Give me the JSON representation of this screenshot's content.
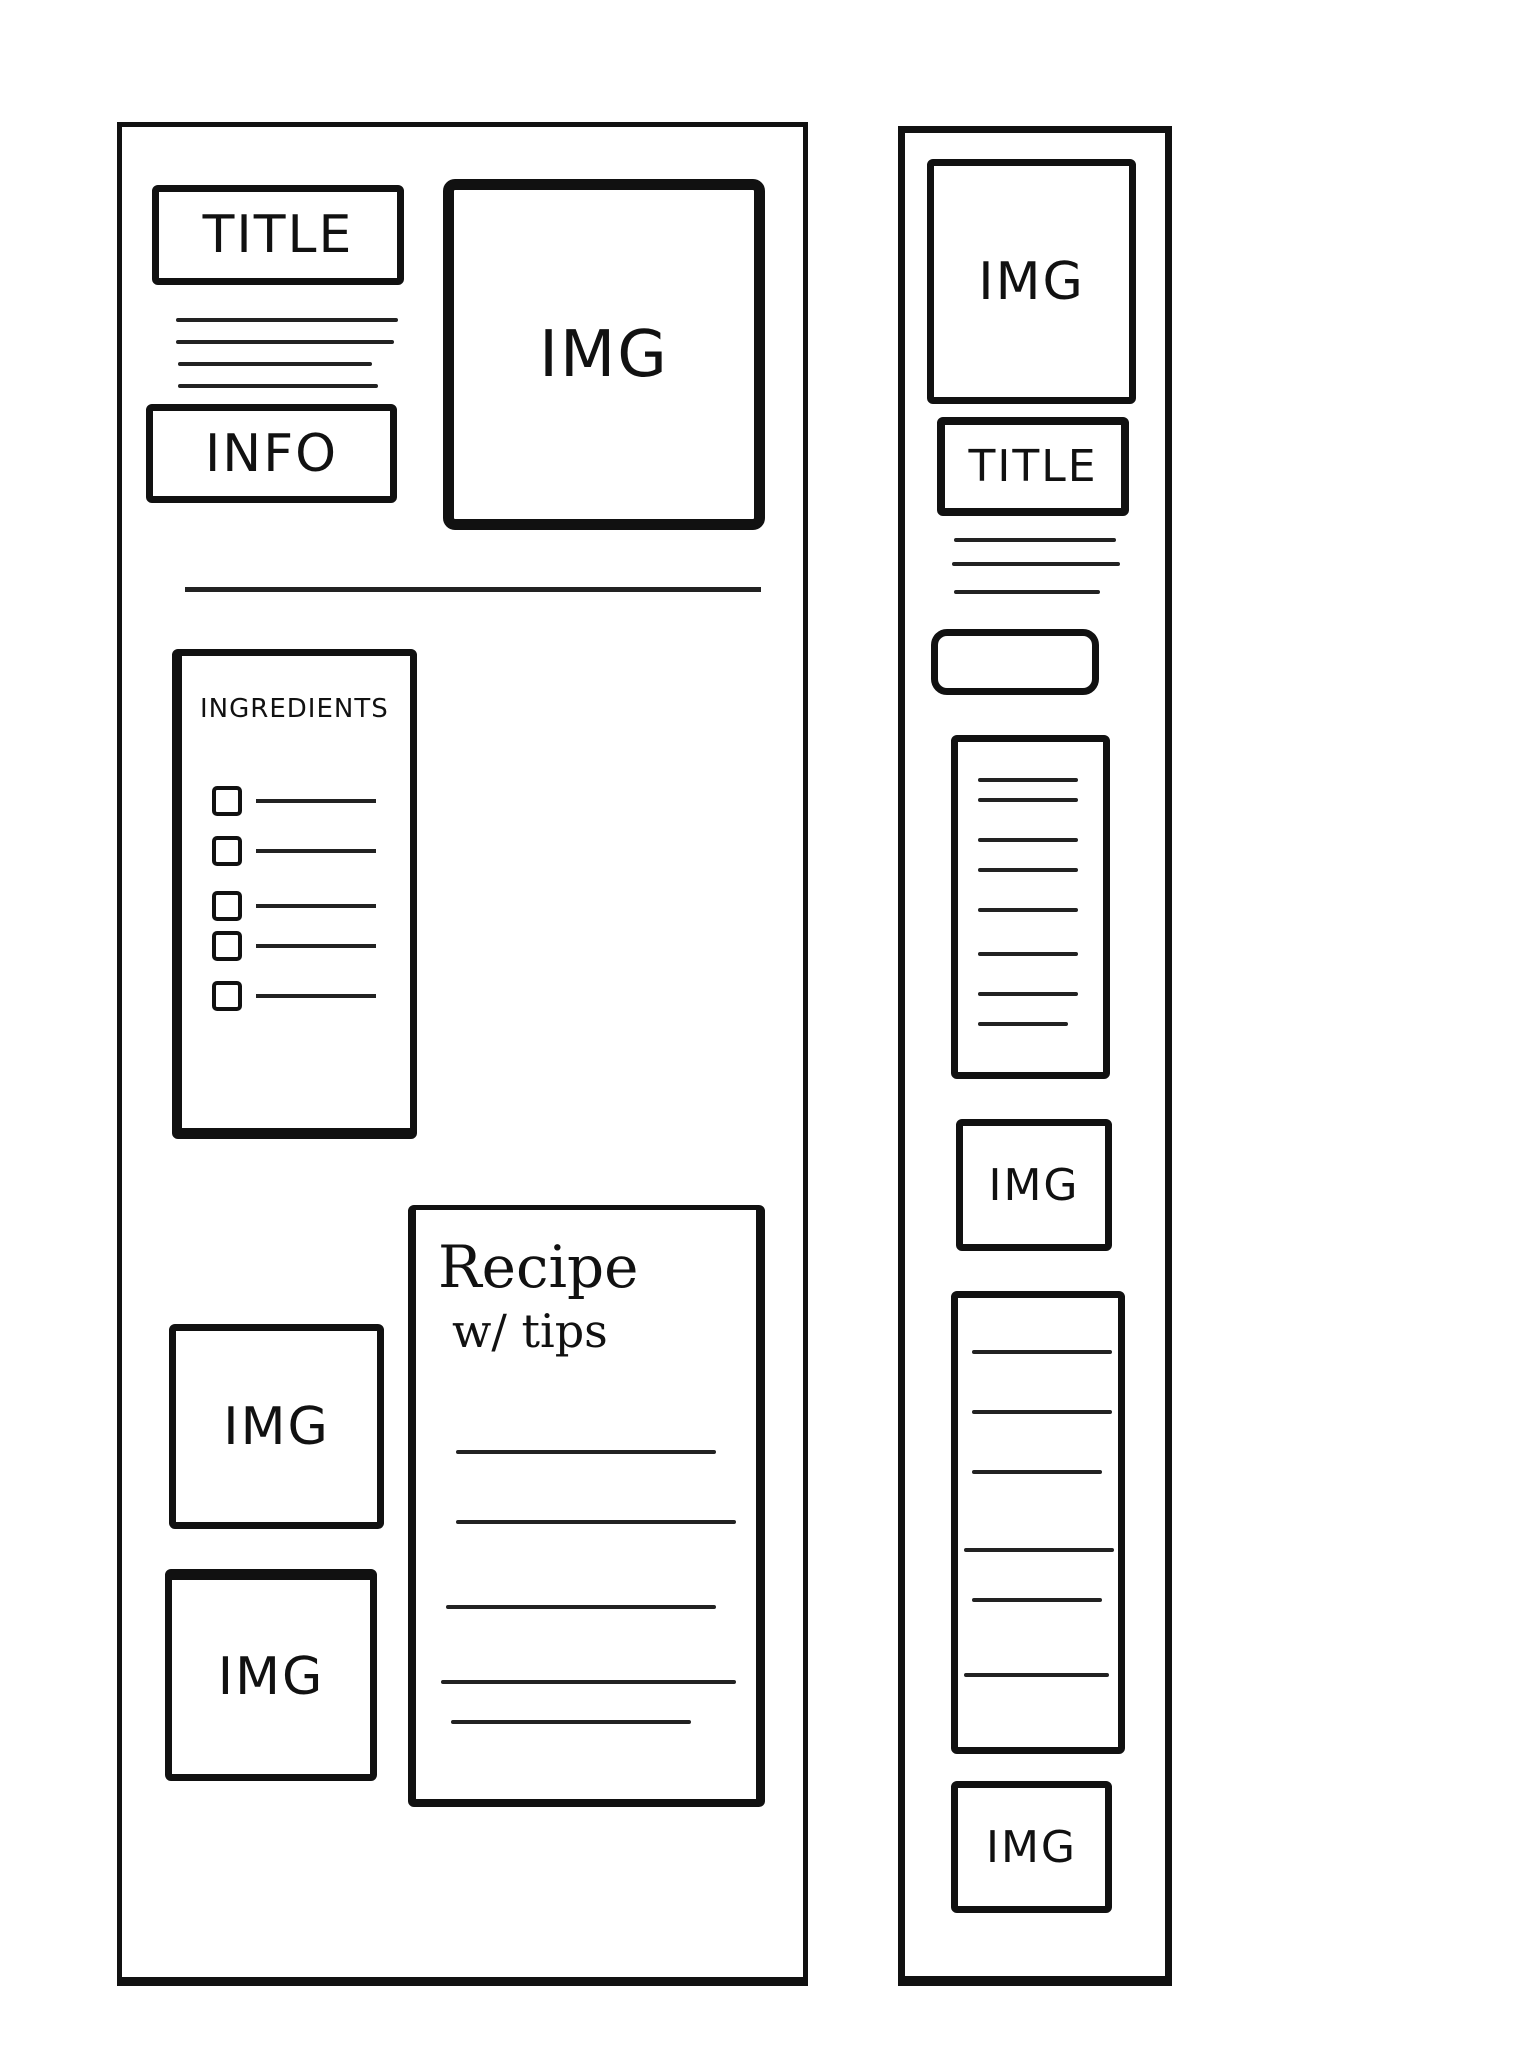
{
  "desktop": {
    "title": "TITLE",
    "info": "INFO",
    "hero_image": "IMG",
    "ingredients_title": "INGREDIENTS",
    "ingredient_count": 5,
    "gallery_images": [
      "IMG",
      "IMG"
    ],
    "recipe_title": "Recipe",
    "recipe_subtitle": "w/ tips"
  },
  "mobile": {
    "hero_image": "IMG",
    "title": "TITLE",
    "middle_image": "IMG",
    "bottom_image": "IMG"
  }
}
